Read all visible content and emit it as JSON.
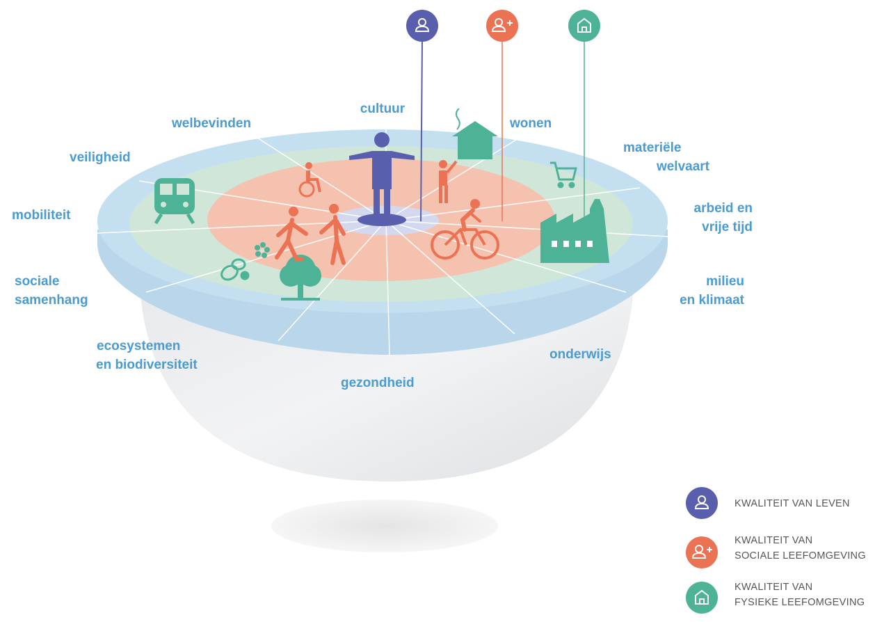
{
  "domains": {
    "cultuur": "cultuur",
    "wonen": "wonen",
    "welbevinden": "welbevinden",
    "veiligheid": "veiligheid",
    "materiele_1": "materiële",
    "materiele_2": "welvaart",
    "mobiliteit": "mobiliteit",
    "arbeid_1": "arbeid en",
    "arbeid_2": "vrije tijd",
    "sociale_1": "sociale",
    "sociale_2": "samenhang",
    "milieu_1": "milieu",
    "milieu_2": "en klimaat",
    "eco_1": "ecosystemen",
    "eco_2": "en biodiversiteit",
    "onderwijs": "onderwijs",
    "gezondheid": "gezondheid"
  },
  "legend": [
    {
      "line1": "KWALITEIT VAN LEVEN",
      "line2": "",
      "icon": "person-icon",
      "color": "#5a5fad"
    },
    {
      "line1": "KWALITEIT VAN",
      "line2": "SOCIALE LEEFOMGEVING",
      "icon": "person-plus-icon",
      "color": "#ec7254"
    },
    {
      "line1": "KWALITEIT VAN",
      "line2": "FYSIEKE LEEFOMGEVING",
      "icon": "home-icon",
      "color": "#4eb396"
    }
  ],
  "colors": {
    "label": "#4a9bcf",
    "outer_ring": "#c3dff0",
    "green_zone": "#cfe6d9",
    "red_zone": "#f6c2b0",
    "center": "#d4d8ef",
    "quality_of_life": "#5a5fad",
    "social": "#ec7254",
    "physical": "#4eb396"
  }
}
